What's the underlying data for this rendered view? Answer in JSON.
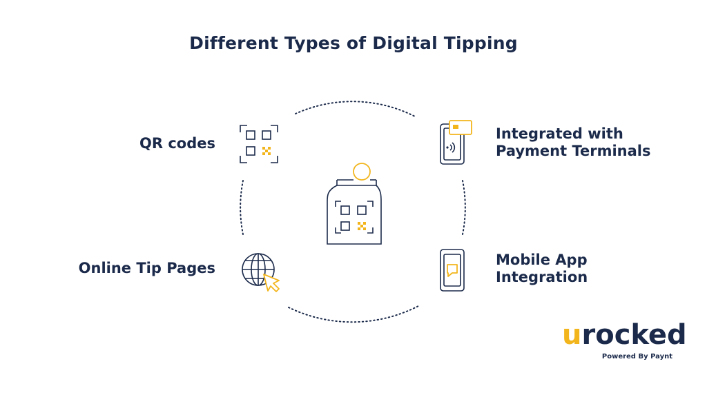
{
  "title": "Different Types of Digital Tipping",
  "items": {
    "qr_codes": {
      "label": "QR codes",
      "icon": "qr-code-icon"
    },
    "online_tip_pages": {
      "label": "Online Tip Pages",
      "icon": "globe-cursor-icon"
    },
    "payment_terminals": {
      "line1": "Integrated with",
      "line2": "Payment Terminals",
      "icon": "payment-terminal-icon"
    },
    "mobile_app": {
      "line1": "Mobile App",
      "line2": "Integration",
      "icon": "mobile-phone-icon"
    }
  },
  "center_icon": "tip-jar-qr-icon",
  "logo": {
    "part1": "u",
    "part2": "rocked",
    "tagline": "Powered By Paynt"
  },
  "colors": {
    "navy": "#1b2a4a",
    "accent": "#f2b51c",
    "background": "#ffffff"
  }
}
